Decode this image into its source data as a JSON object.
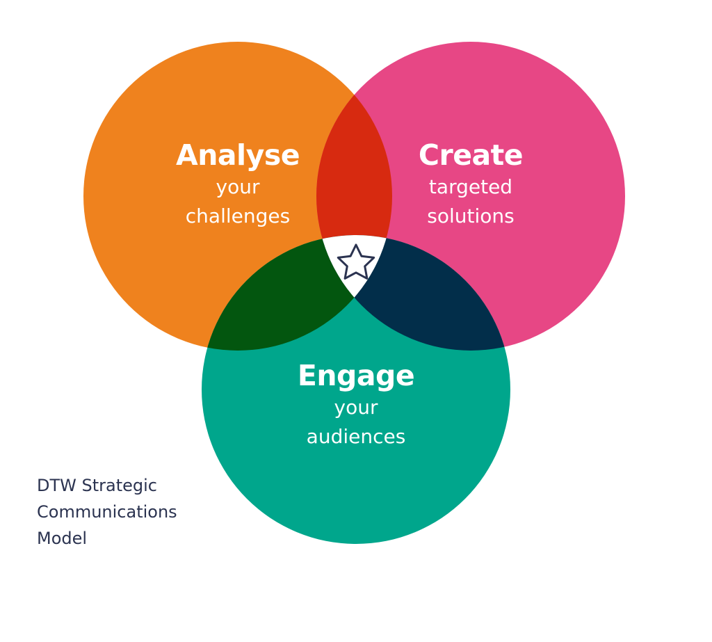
{
  "colors": {
    "analyse": "#ef821e",
    "create": "#e74785",
    "engage": "#00a68c",
    "analyse_create_overlap": "#d72a10",
    "analyse_engage_overlap": "#03560f",
    "create_engage_overlap": "#022e4a",
    "center": "#ffffff",
    "star_outline": "#2b3350",
    "caption_text": "#2b3350"
  },
  "circles": {
    "analyse": {
      "heading": "Analyse",
      "line1": "your",
      "line2": "challenges"
    },
    "create": {
      "heading": "Create",
      "line1": "targeted",
      "line2": "solutions"
    },
    "engage": {
      "heading": "Engage",
      "line1": "your",
      "line2": "audiences"
    }
  },
  "center_icon": "star-outline-icon",
  "caption": {
    "line1": "DTW Strategic",
    "line2": "Communications",
    "line3": "Model"
  }
}
